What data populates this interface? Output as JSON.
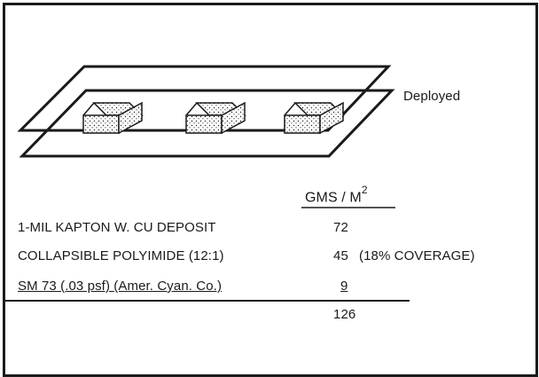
{
  "diagram": {
    "deployed_label": "Deployed"
  },
  "table": {
    "units_label": "GMS / M",
    "units_exponent": "2",
    "rows": [
      {
        "label": "1-MIL KAPTON W. CU DEPOSIT",
        "value": "72",
        "note": ""
      },
      {
        "label": "COLLAPSIBLE POLYIMIDE (12:1)",
        "value": "45",
        "note": "(18% COVERAGE)"
      },
      {
        "label": "SM 73 (.03 psf) (Amer. Cyan. Co.)",
        "value": "9",
        "note": ""
      }
    ],
    "total": "126"
  }
}
